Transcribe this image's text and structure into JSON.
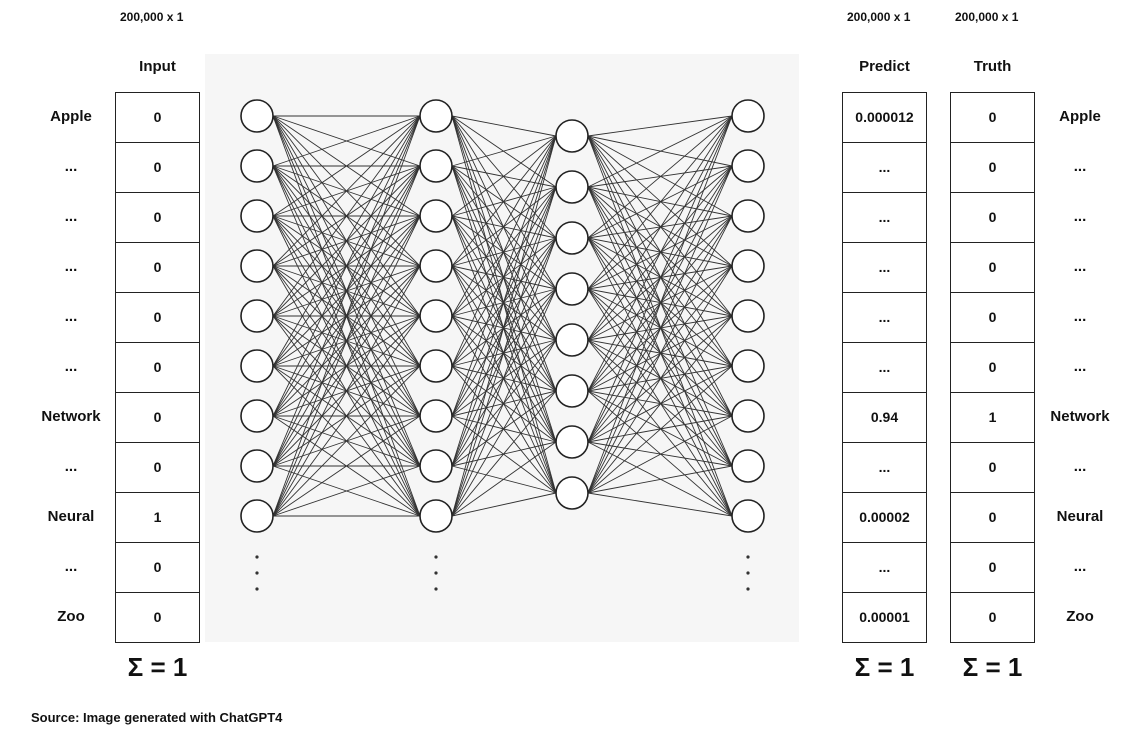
{
  "input": {
    "dimension": "200,000 x 1",
    "header": "Input",
    "labels": [
      "Apple",
      "...",
      "...",
      "...",
      "...",
      "...",
      "Network",
      "...",
      "Neural",
      "...",
      "Zoo"
    ],
    "values": [
      "0",
      "0",
      "0",
      "0",
      "0",
      "0",
      "0",
      "0",
      "1",
      "0",
      "0"
    ],
    "sum": "Σ = 1"
  },
  "predict": {
    "dimension": "200,000 x 1",
    "header": "Predict",
    "values": [
      "0.000012",
      "...",
      "...",
      "...",
      "...",
      "...",
      "0.94",
      "...",
      "0.00002",
      "...",
      "0.00001"
    ],
    "sum": "Σ = 1"
  },
  "truth": {
    "dimension": "200,000 x 1",
    "header": "Truth",
    "labels": [
      "Apple",
      "...",
      "...",
      "...",
      "...",
      "...",
      "Network",
      "...",
      "Neural",
      "...",
      "Zoo"
    ],
    "values": [
      "0",
      "0",
      "0",
      "0",
      "0",
      "0",
      "1",
      "0",
      "0",
      "0",
      "0"
    ],
    "sum": "Σ = 1"
  },
  "network": {
    "layer_node_counts": [
      9,
      9,
      8,
      9
    ],
    "ellipsis_after_layers": [
      0,
      1,
      3
    ]
  },
  "source": "Source: Image generated with ChatGPT4"
}
